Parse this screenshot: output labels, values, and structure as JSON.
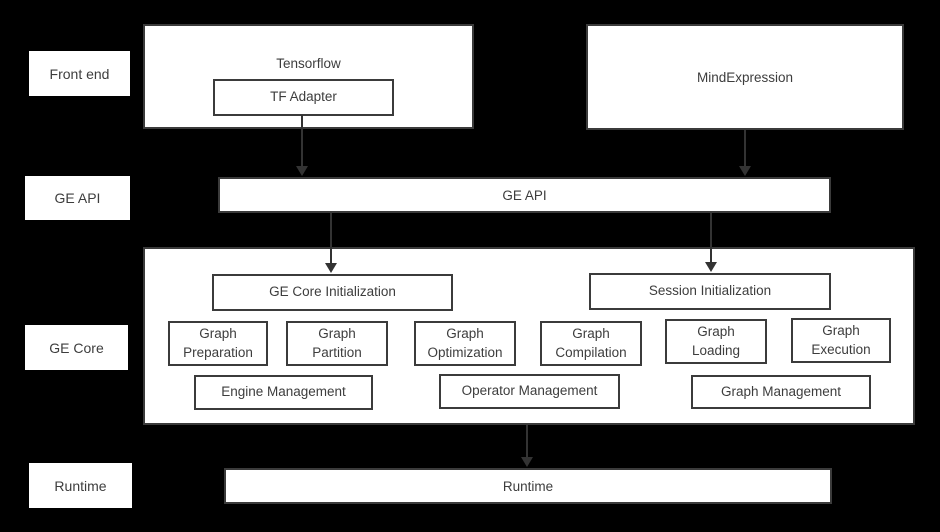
{
  "colors": {
    "background": "#000000",
    "box_fill": "#ffffff",
    "border": "#3b3b3b",
    "text": "#3d3d3d",
    "arrow": "#333333"
  },
  "side_labels": {
    "front_end": "Front end",
    "ge_api": "GE API",
    "ge_core": "GE Core",
    "runtime": "Runtime"
  },
  "front_end": {
    "tensorflow": "Tensorflow",
    "tf_adapter": "TF Adapter",
    "mind_expression": "MindExpression"
  },
  "ge_api_bar": {
    "label": "GE API"
  },
  "ge_core": {
    "ge_core_init": "GE Core Initialization",
    "session_init": "Session Initialization",
    "stages": [
      {
        "line1": "Graph",
        "line2": "Preparation"
      },
      {
        "line1": "Graph",
        "line2": "Partition"
      },
      {
        "line1": "Graph",
        "line2": "Optimization"
      },
      {
        "line1": "Graph",
        "line2": "Compilation"
      },
      {
        "line1": "Graph",
        "line2": "Loading"
      },
      {
        "line1": "Graph",
        "line2": "Execution"
      }
    ],
    "management": [
      {
        "label": "Engine Management"
      },
      {
        "label": "Operator Management"
      },
      {
        "label": "Graph Management"
      }
    ]
  },
  "runtime_bar": {
    "label": "Runtime"
  }
}
